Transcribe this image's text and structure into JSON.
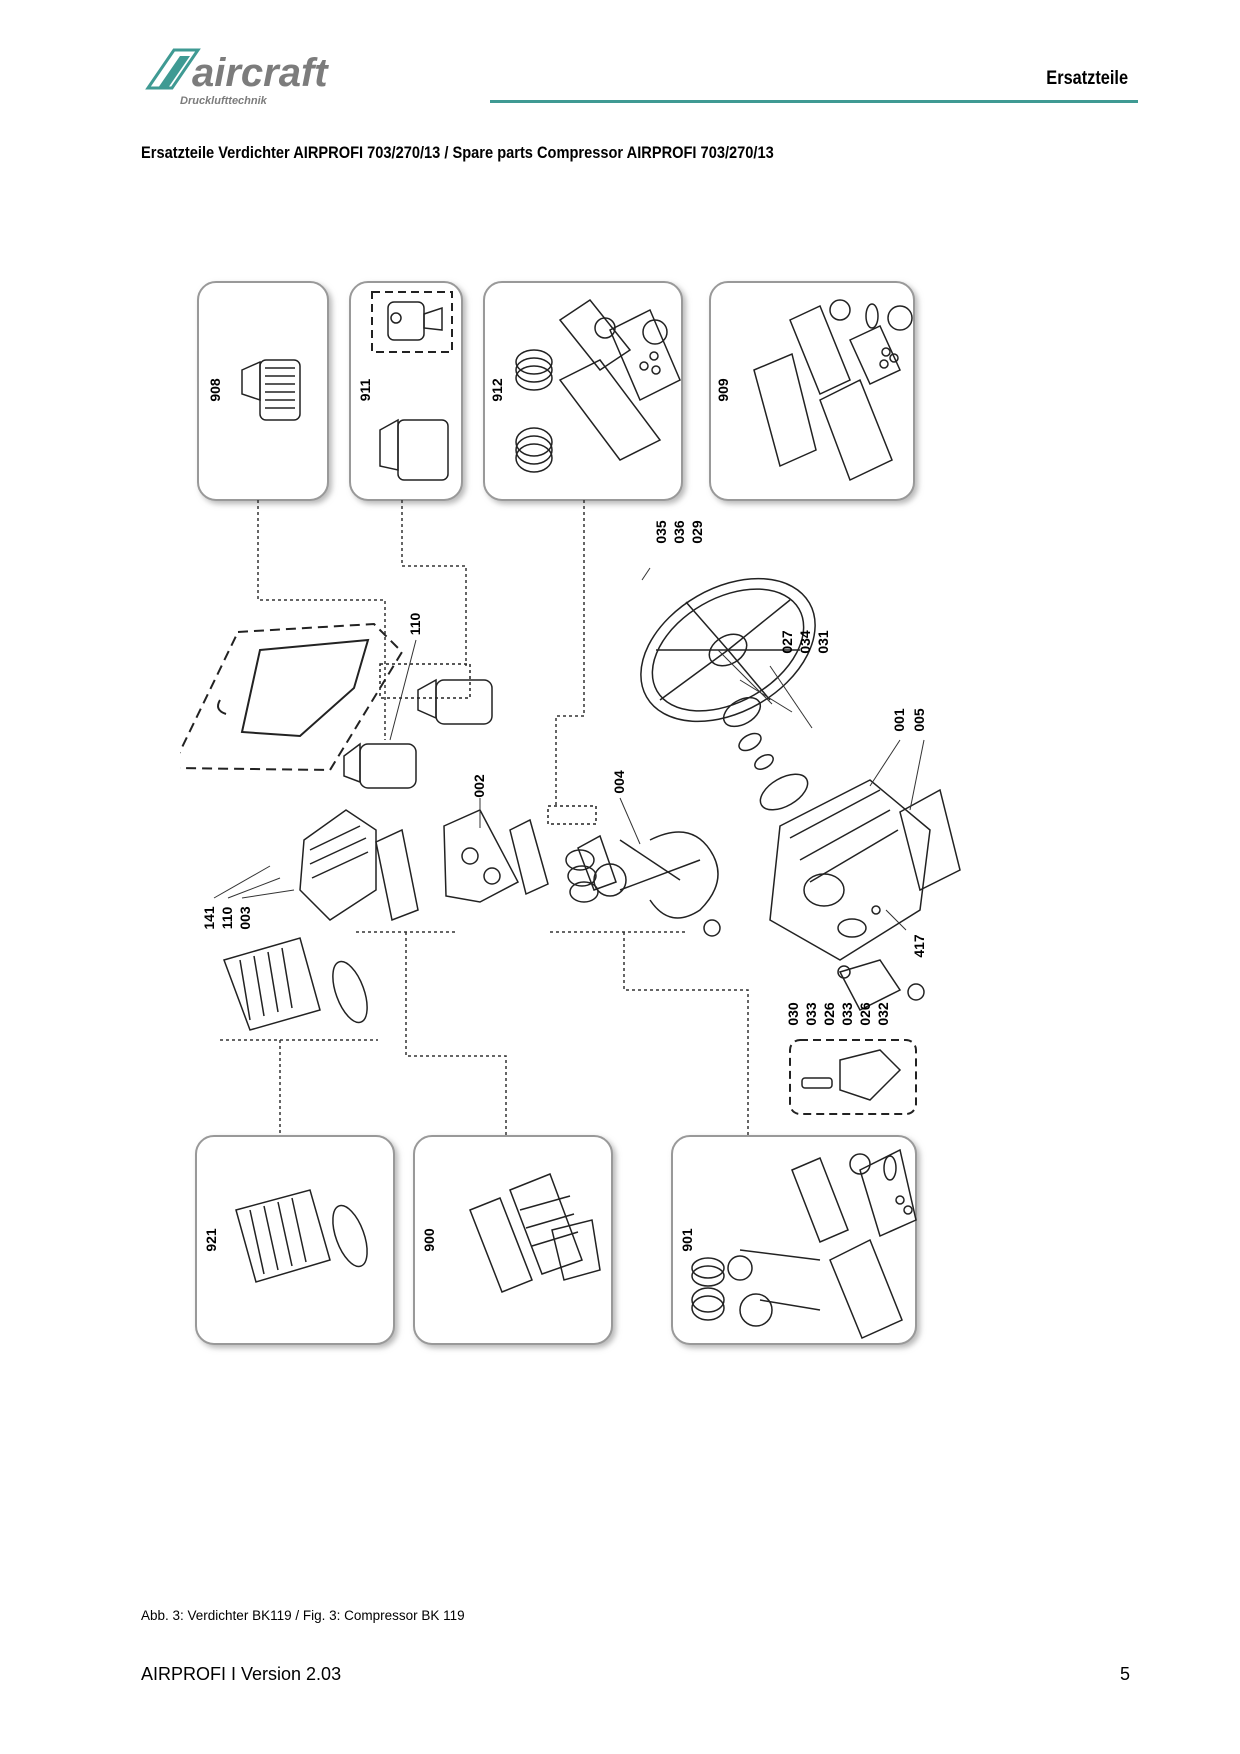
{
  "header": {
    "brand": "aircraft",
    "brand_sub": "Drucklufttechnik",
    "section": "Ersatzteile",
    "accent_color": "#3f9a93"
  },
  "title": "Ersatzteile Verdichter AIRPROFI 703/270/13 / Spare parts Compressor AIRPROFI  703/270/13",
  "diagram": {
    "kit_labels": [
      "908",
      "911",
      "912",
      "909",
      "921",
      "900",
      "901"
    ],
    "part_labels": [
      "035",
      "036",
      "029",
      "027",
      "034",
      "031",
      "001",
      "005",
      "110",
      "002",
      "004",
      "141",
      "110",
      "003",
      "417",
      "030",
      "033",
      "026",
      "033",
      "026",
      "032"
    ]
  },
  "caption": "Abb. 3: Verdichter BK119 / Fig. 3: Compressor BK 119",
  "footer": {
    "left": "AIRPROFI I Version 2.03",
    "page": "5"
  }
}
